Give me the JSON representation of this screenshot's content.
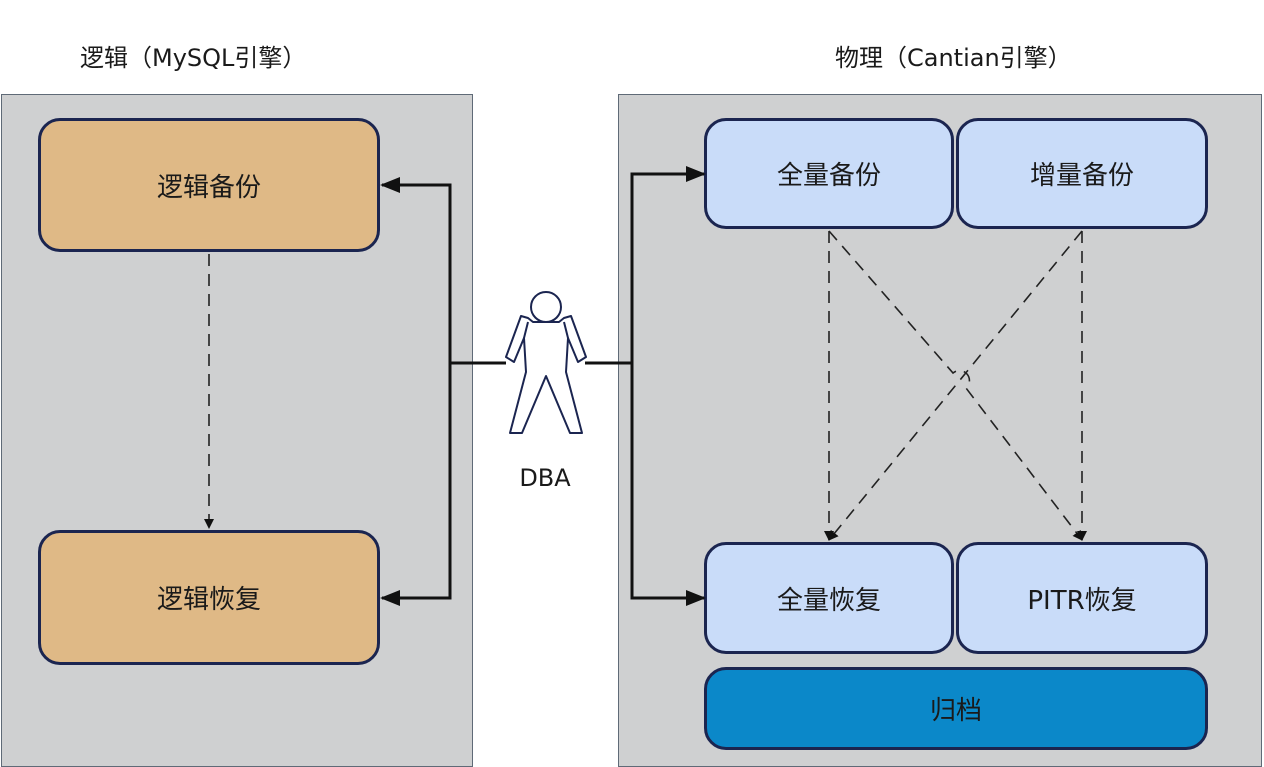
{
  "groups": {
    "logical": {
      "title": "逻辑（MySQL引擎）"
    },
    "physical": {
      "title": "物理（Cantian引擎）"
    }
  },
  "nodes": {
    "logical_backup": "逻辑备份",
    "logical_restore": "逻辑恢复",
    "full_backup": "全量备份",
    "incremental_backup": "增量备份",
    "full_restore": "全量恢复",
    "pitr_restore": "PITR恢复",
    "archive": "归档"
  },
  "actor": {
    "label": "DBA",
    "icon": "person-icon"
  },
  "colors": {
    "panel": "#cfd0d1",
    "logical_node": "#dfb986",
    "physical_node": "#c9dcf9",
    "archive_node": "#0b88c9",
    "node_border": "#1b2550"
  }
}
